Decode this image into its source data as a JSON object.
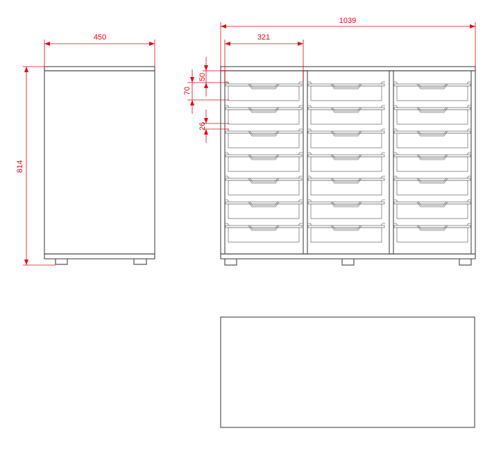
{
  "dimensions": {
    "side_width": "450",
    "overall_height": "814",
    "overall_width": "1039",
    "column_width": "321",
    "top_gap": "50",
    "tray_pitch": "70",
    "tray_gap": "26"
  },
  "layout": {
    "columns": 3,
    "tray_rows": 7
  },
  "colors": {
    "dimension": "#e30613",
    "outline": "#555555"
  }
}
